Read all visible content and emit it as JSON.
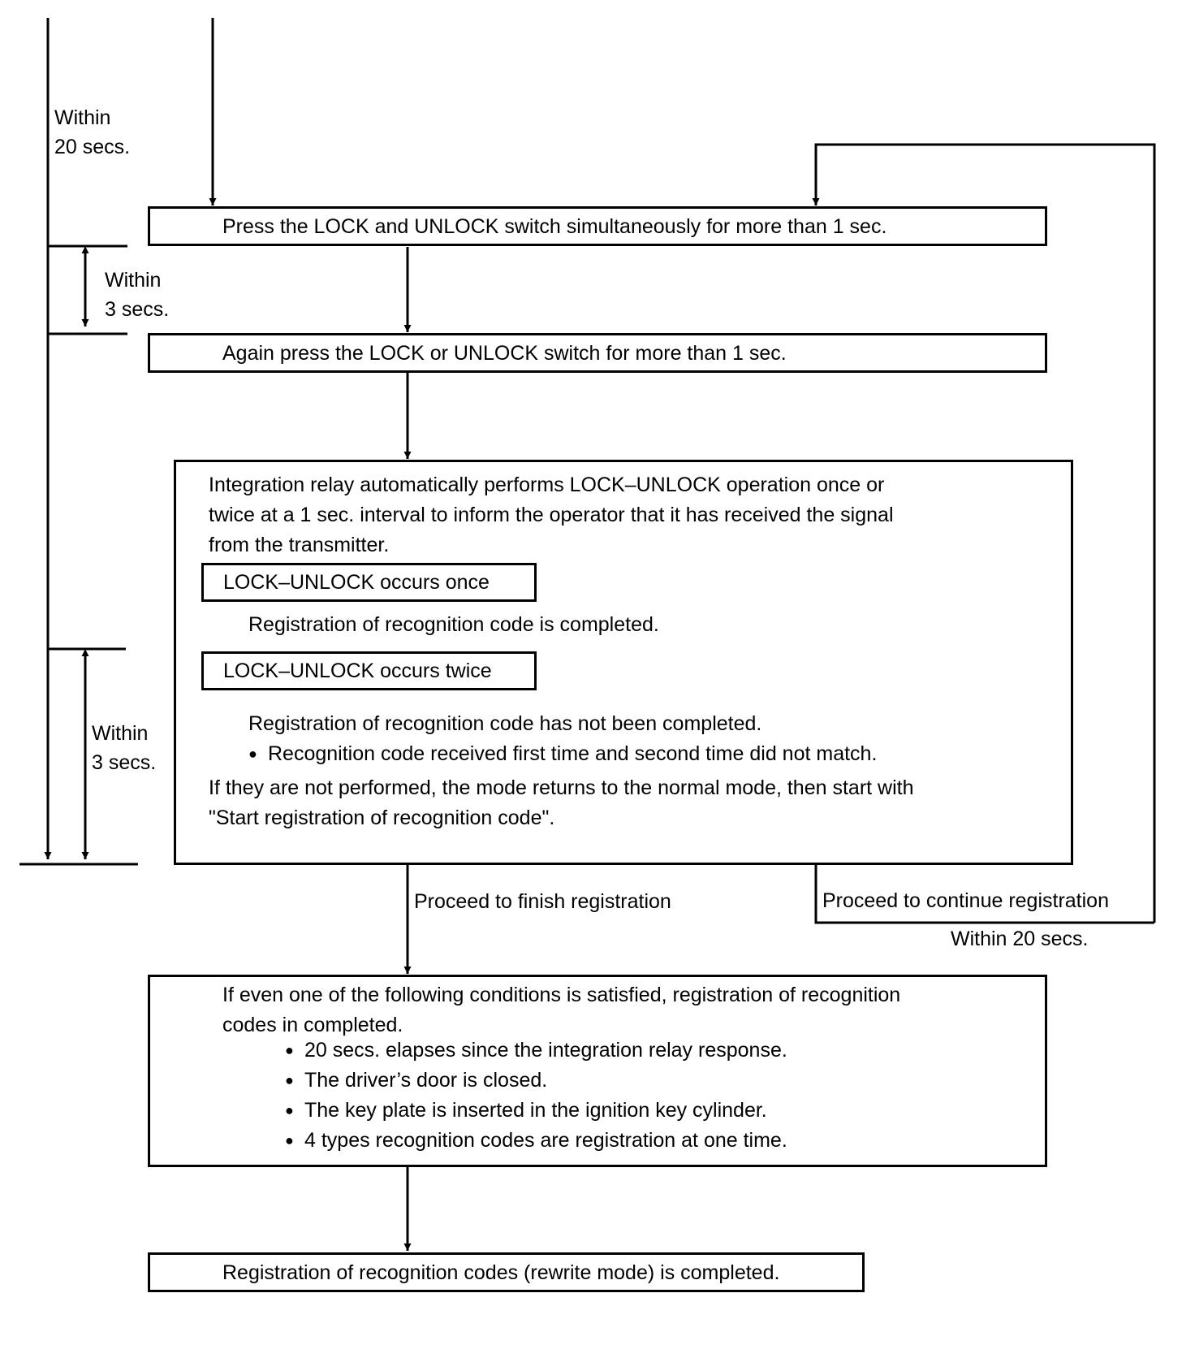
{
  "labels": {
    "within_20_top": [
      "Within",
      "20 secs."
    ],
    "within_3_a": [
      "Within",
      "3 secs."
    ],
    "within_3_b": [
      "Within",
      "3 secs."
    ],
    "within_20_bottom": "Within 20 secs.",
    "finish": "Proceed to finish registration",
    "continue": "Proceed to continue registration"
  },
  "steps": {
    "step1": "Press the LOCK and UNLOCK switch simultaneously for more than 1 sec.",
    "step2": "Again press the LOCK or UNLOCK switch for more than 1 sec.",
    "step3": {
      "intro": [
        "Integration relay automatically performs LOCK–UNLOCK operation once or",
        "twice at a 1 sec. interval to inform the operator that it has received the signal",
        "from the transmitter."
      ],
      "once_label": "LOCK–UNLOCK occurs once",
      "once_text": "Registration of recognition code is completed.",
      "twice_label": "LOCK–UNLOCK occurs twice",
      "twice_text": "Registration of recognition code has not been completed.",
      "twice_bullet": "Recognition code received first time and second time did not match.",
      "note": [
        "If they are not performed, the mode returns to the normal mode, then start with",
        "\"Start registration of recognition code\"."
      ]
    },
    "step4": {
      "intro": [
        "If even one of the following conditions is satisfied, registration of recognition",
        "codes in completed."
      ],
      "bullets": [
        "20 secs. elapses since the integration relay response.",
        "The driver’s door is closed.",
        "The key plate is inserted in the ignition key cylinder.",
        "4 types recognition codes are registration at one time."
      ]
    },
    "step5": "Registration of recognition codes (rewrite mode) is completed."
  }
}
